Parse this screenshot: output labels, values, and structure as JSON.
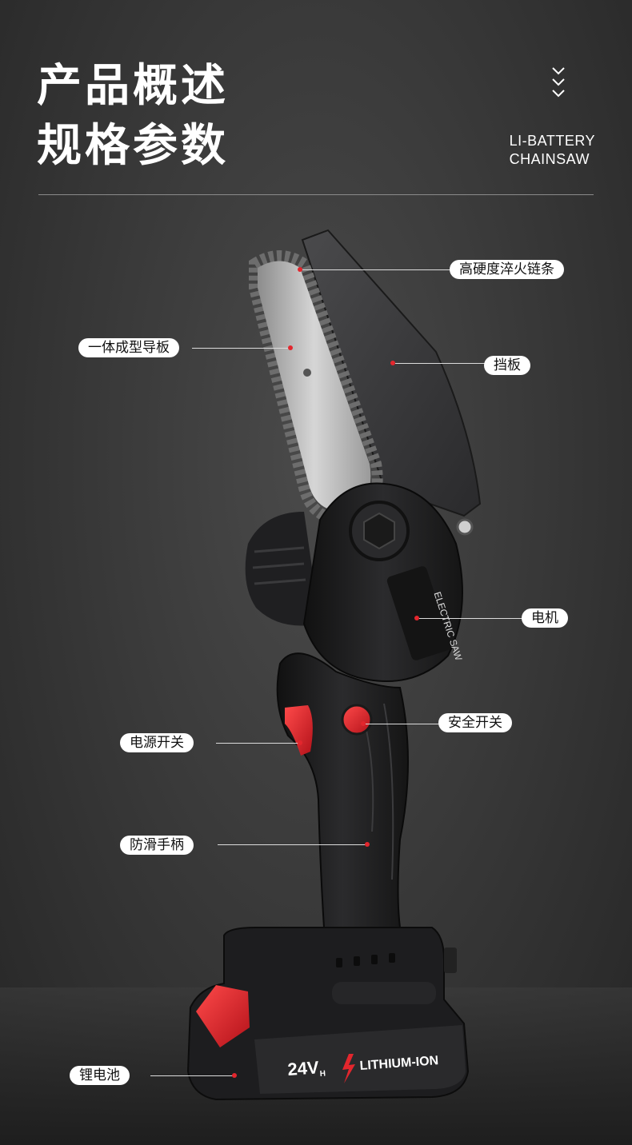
{
  "header": {
    "title_line1": "产品概述",
    "title_line2": "规格参数",
    "subtitle_line1": "LI-BATTERY",
    "subtitle_line2": "CHAINSAW"
  },
  "product": {
    "motor_text": "ELECTRIC SAW",
    "battery_voltage": "24V",
    "battery_voltage_suffix": "H",
    "battery_type": "LITHIUM-ION"
  },
  "labels": {
    "chain": "高硬度淬火链条",
    "guide_bar": "一体成型导板",
    "guard": "挡板",
    "motor": "电机",
    "safety_switch": "安全开关",
    "power_switch": "电源开关",
    "grip": "防滑手柄",
    "battery": "锂电池"
  },
  "colors": {
    "accent_red": "#e3262d",
    "body_black": "#1b1b1c",
    "bar_silver": "#c9c9c9"
  }
}
